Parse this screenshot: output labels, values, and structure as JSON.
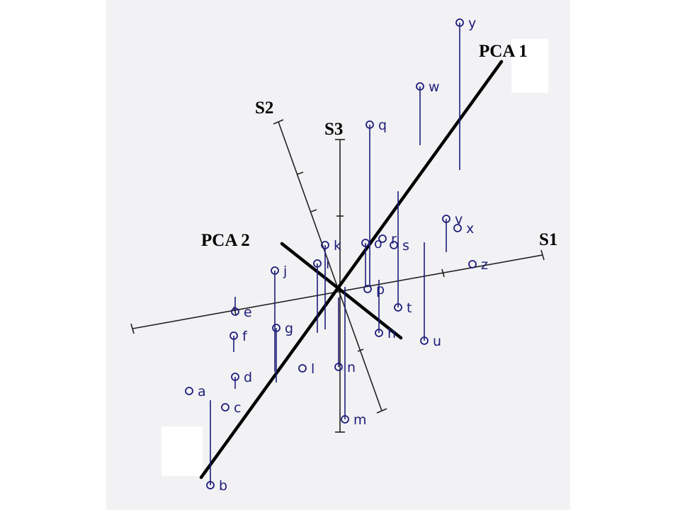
{
  "axes": {
    "S1": "S1",
    "S2": "S2",
    "S3": "S3",
    "PCA1": "PCA 1",
    "PCA2": "PCA 2"
  },
  "points": [
    {
      "id": "a",
      "label": "a"
    },
    {
      "id": "b",
      "label": "b"
    },
    {
      "id": "c",
      "label": "c"
    },
    {
      "id": "d",
      "label": "d"
    },
    {
      "id": "e",
      "label": "e"
    },
    {
      "id": "f",
      "label": "f"
    },
    {
      "id": "g",
      "label": "g"
    },
    {
      "id": "h",
      "label": "h"
    },
    {
      "id": "i",
      "label": "i"
    },
    {
      "id": "j",
      "label": "j"
    },
    {
      "id": "k",
      "label": "k"
    },
    {
      "id": "l",
      "label": "l"
    },
    {
      "id": "m",
      "label": "m"
    },
    {
      "id": "n",
      "label": "n"
    },
    {
      "id": "o",
      "label": "o"
    },
    {
      "id": "p",
      "label": "p"
    },
    {
      "id": "q",
      "label": "q"
    },
    {
      "id": "r",
      "label": "r"
    },
    {
      "id": "s",
      "label": "s"
    },
    {
      "id": "t",
      "label": "t"
    },
    {
      "id": "u",
      "label": "u"
    },
    {
      "id": "v",
      "label": "v"
    },
    {
      "id": "w",
      "label": "w"
    },
    {
      "id": "x",
      "label": "x"
    },
    {
      "id": "y",
      "label": "y"
    },
    {
      "id": "z",
      "label": "z"
    }
  ],
  "colors": {
    "points": "#1e1e7a",
    "axes": "#222222",
    "pca_lines": "#000000",
    "panel": "#f2f1f4"
  }
}
